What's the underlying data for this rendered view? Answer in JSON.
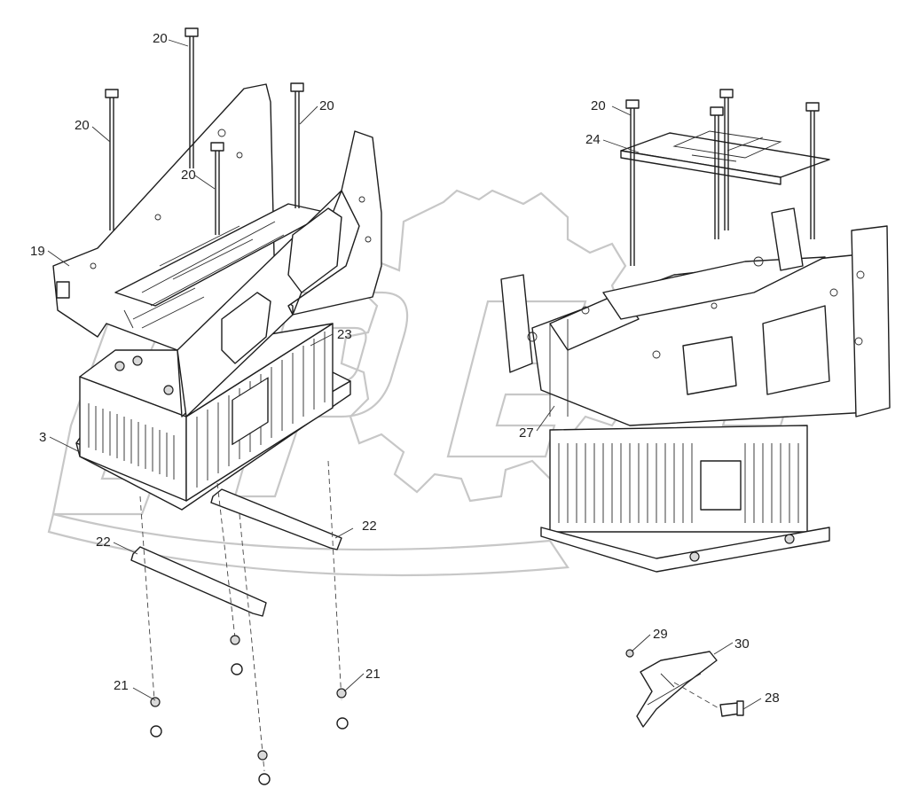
{
  "callouts": {
    "c20a": "20",
    "c20b": "20",
    "c20c": "20",
    "c20d": "20",
    "c20e": "20",
    "c19": "19",
    "c23": "23",
    "c3": "3",
    "c22a": "22",
    "c22b": "22",
    "c21a": "21",
    "c21b": "21",
    "c24": "24",
    "c27": "27",
    "c29": "29",
    "c30": "30",
    "c28": "28"
  },
  "colors": {
    "line": "#1e1e1e",
    "watermark": "#c7c7c7",
    "background": "#ffffff"
  },
  "icons": {
    "watermark": "gear-logo-watermark"
  }
}
